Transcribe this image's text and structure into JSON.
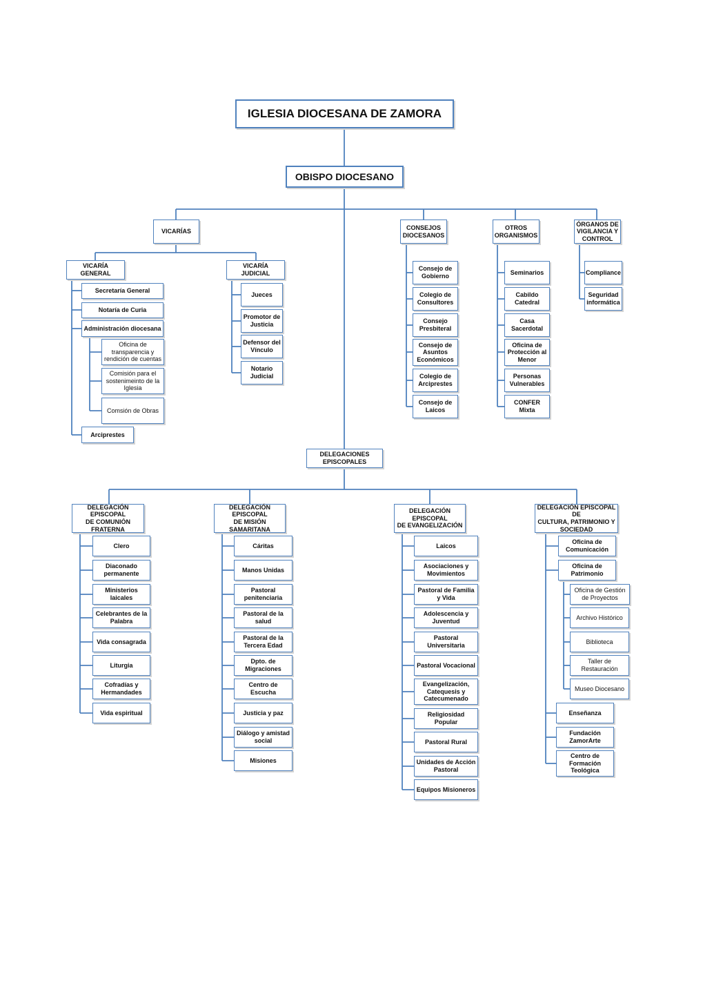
{
  "title": "IGLESIA DIOCESANA DE ZAMORA",
  "bishop": "OBISPO DIOCESANO",
  "vicarias": {
    "label": "VICARÍAS",
    "general": {
      "label": "VICARÍA GENERAL",
      "secretaria": "Secretaría General",
      "notaria": "Notaría de Curia",
      "administracion": {
        "label": "Administración diocesana",
        "items": [
          "Oficina de\ntransparencia y\nrendición de cuentas",
          "Comisión para el\nsostenimeinto de la\nIglesia",
          "Comsión de Obras"
        ]
      },
      "arciprestes": "Arciprestes"
    },
    "judicial": {
      "label": "VICARÍA JUDICIAL",
      "items": [
        "Jueces",
        "Promotor de\nJusticia",
        "Defensor del\nVínculo",
        "Notario\nJudicial"
      ]
    }
  },
  "consejos": {
    "label": "CONSEJOS\nDIOCESANOS",
    "items": [
      "Consejo de\nGobierno",
      "Colegio de\nConsultores",
      "Consejo\nPresbiteral",
      "Consejo de\nAsuntos\nEconómicos",
      "Colegio de\nArciprestes",
      "Consejo de\nLaicos"
    ]
  },
  "otros": {
    "label": "OTROS\nORGANISMOS",
    "items": [
      "Seminarios",
      "Cabildo\nCatedral",
      "Casa\nSacerdotal",
      "Oficina de\nProtección al\nMenor",
      "Personas\nVulnerables",
      "CONFER Mixta"
    ]
  },
  "organos": {
    "label": "ÓRGANOS DE\nVIGILANCIA Y\nCONTROL",
    "items": [
      "Compliance",
      "Seguridad\ninformática"
    ]
  },
  "delegaciones": {
    "label": "DELEGACIONES\nEPISCOPALES",
    "comunion": {
      "label": "DELEGACIÓN EPISCOPAL\nDE COMUNIÓN\nFRATERNA",
      "items": [
        "Clero",
        "Diaconado\npermanente",
        "Ministerios\nlaicales",
        "Celebrantes de la\nPalabra",
        "Vida consagrada",
        "Liturgia",
        "Cofradías y\nHermandades",
        "Vida espiritual"
      ]
    },
    "mision": {
      "label": "DELEGACIÓN EPISCOPAL\nDE MISIÓN\nSAMARITANA",
      "items": [
        "Cáritas",
        "Manos Unidas",
        "Pastoral\npenitenciaria",
        "Pastoral de la\nsalud",
        "Pastoral de la\nTercera Edad",
        "Dpto. de\nMigraciones",
        "Centro de Escucha",
        "Justicia y paz",
        "Diálogo y amistad\nsocial",
        "Misiones"
      ]
    },
    "evangelizacion": {
      "label": "DELEGACIÓN EPISCOPAL\nDE EVANGELIZACIÓN",
      "items": [
        "Laicos",
        "Asociaciones y\nMovimientos",
        "Pastoral de Familia\ny Vida",
        "Adolescencia y\nJuventud",
        "Pastoral\nUniversitaria",
        "Pastoral Vocacional",
        "Evangelización,\nCatequesis y\nCatecumenado",
        "Religiosidad Popular",
        "Pastoral Rural",
        "Unidades de Acción\nPastoral",
        "Equipos Misioneros"
      ]
    },
    "cultura": {
      "label": "DELEGACIÓN EPISCOPAL DE\nCULTURA, PATRIMONIO Y\nSOCIEDAD",
      "comunicacion": "Oficina de\nComunicación",
      "patrimonio": {
        "label": "Oficina de\nPatrimonio",
        "items": [
          "Oficina de Gestión\nde Proyectos",
          "Archivo Histórico",
          "Biblioteca",
          "Taller de\nRestauración",
          "Museo Diocesano"
        ]
      },
      "items": [
        "Enseñanza",
        "Fundación\nZamorArte",
        "Centro de\nFormación\nTeológica"
      ]
    }
  }
}
